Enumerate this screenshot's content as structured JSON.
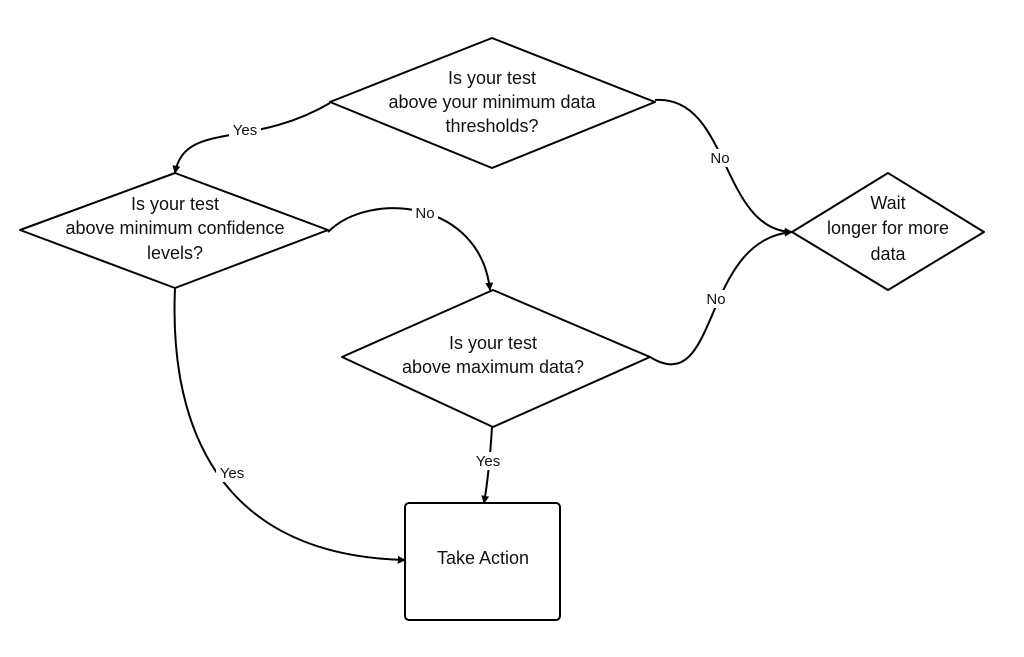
{
  "nodes": {
    "q_min_data": {
      "lines": [
        "Is your test",
        "above your minimum data",
        "thresholds?"
      ]
    },
    "q_confidence": {
      "lines": [
        "Is your test",
        "above minimum confidence",
        "levels?"
      ]
    },
    "q_max_data": {
      "lines": [
        "Is your test",
        "above maximum data?"
      ]
    },
    "wait": {
      "lines": [
        "Wait",
        "longer for more",
        "data"
      ]
    },
    "take_action": {
      "lines": [
        "Take Action"
      ]
    }
  },
  "edges": {
    "min_data_yes": "Yes",
    "min_data_no": "No",
    "confidence_no": "No",
    "confidence_yes": "Yes",
    "max_data_no": "No",
    "max_data_yes": "Yes"
  }
}
